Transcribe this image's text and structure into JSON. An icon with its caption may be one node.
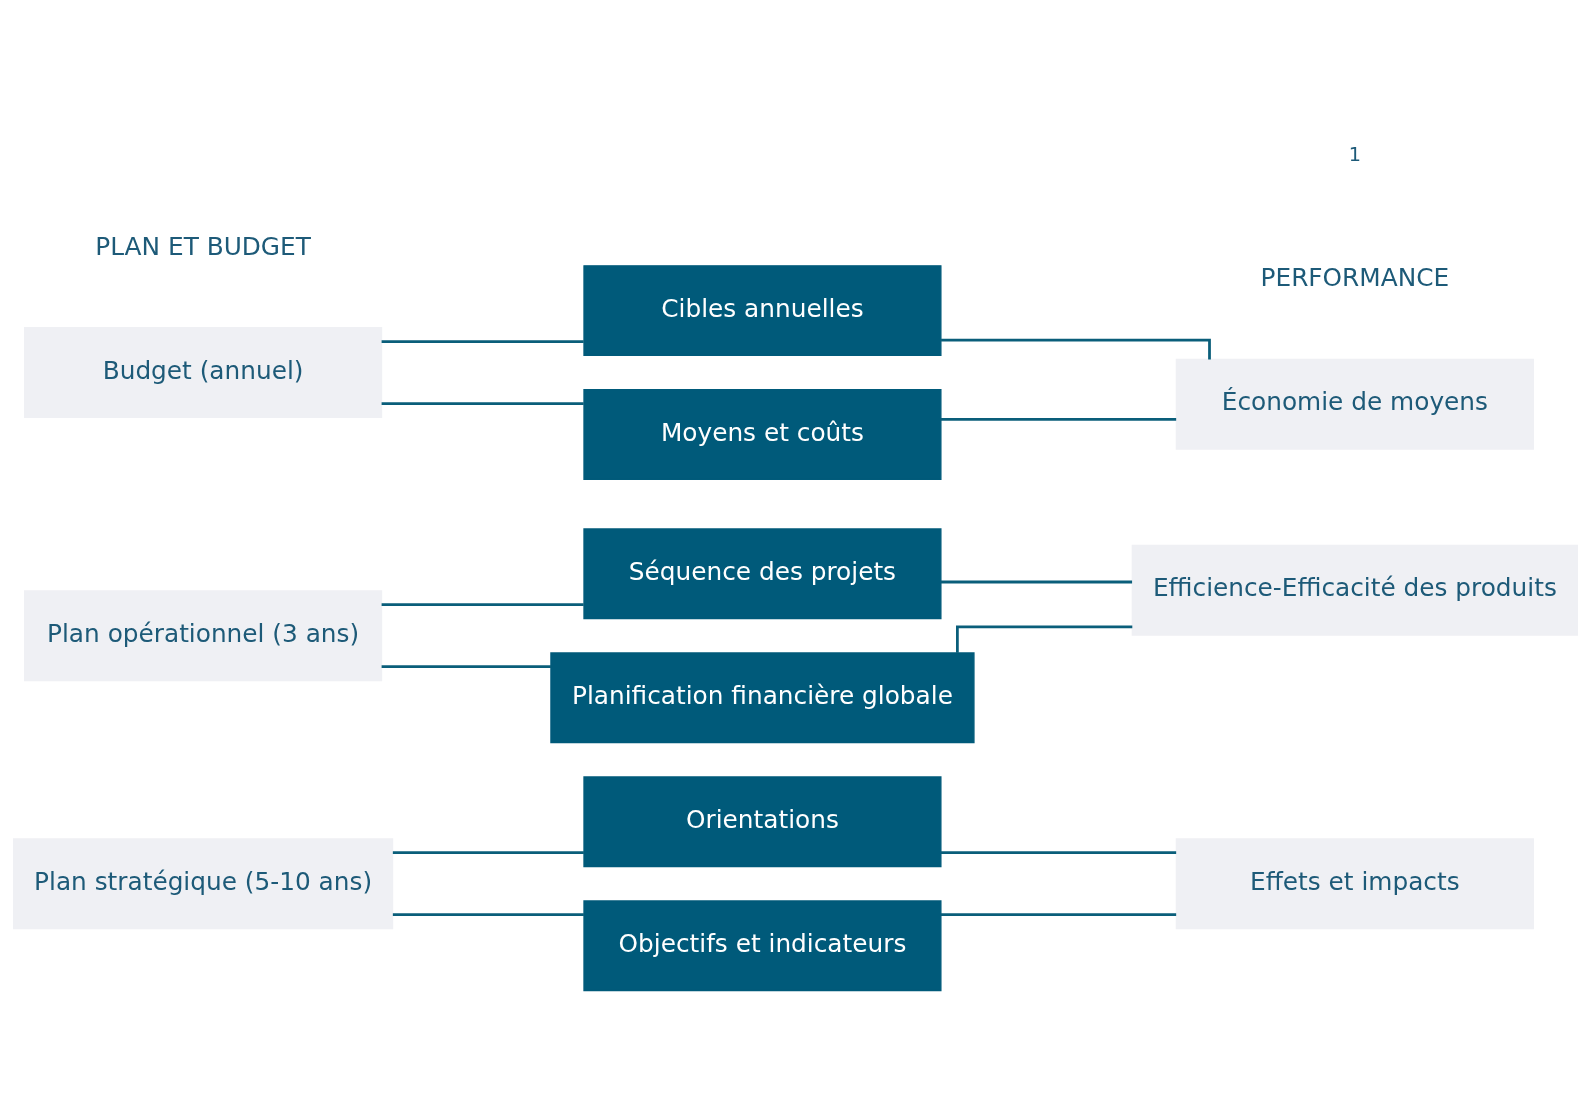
{
  "diagram": {
    "nodes": [
      {
        "text": [
          "Orientations"
        ]
      },
      {
        "text": [
          "Plan stratégique (5-10 ans)"
        ]
      },
      {
        "text": [
          "Effets et impacts"
        ]
      },
      {
        "text": [
          "Objectifs et indicateurs"
        ]
      },
      {
        "text": [
          "Séquence des projets"
        ]
      },
      {
        "text": [
          "Plan opérationnel (3 ans)"
        ]
      },
      {
        "text": [
          "Efficience-Efficacité des produits"
        ]
      },
      {
        "text": [
          "Planification financière globale"
        ]
      },
      {
        "text": [
          "Cibles annuelles"
        ]
      },
      {
        "text": [
          "Budget (annuel)"
        ]
      },
      {
        "text": [
          "Économie de moyens"
        ]
      },
      {
        "text": [
          "Moyens et coûts"
        ]
      }
    ],
    "edges": [
      {
        "from": 1,
        "to": 0,
        "arrow": "none"
      },
      {
        "from": 1,
        "to": 3,
        "arrow": "none"
      },
      {
        "from": 0,
        "to": 2,
        "arrow": "none"
      },
      {
        "from": 3,
        "to": 2,
        "arrow": "none"
      },
      {
        "from": 5,
        "to": 4,
        "arrow": "none"
      },
      {
        "from": 5,
        "to": 7,
        "arrow": "none"
      },
      {
        "from": 4,
        "to": 6,
        "arrow": "none"
      },
      {
        "from": 7,
        "to": 6,
        "arrow": "none"
      },
      {
        "from": 9,
        "to": 8,
        "arrow": "none"
      },
      {
        "from": 9,
        "to": 11,
        "arrow": "none"
      },
      {
        "from": 8,
        "to": 10,
        "arrow": "none"
      },
      {
        "from": 11,
        "to": 10,
        "arrow": "none"
      }
    ],
    "labels": [
      "PLAN ET BUDGET",
      "PERFORMANCE",
      "1"
    ]
  }
}
